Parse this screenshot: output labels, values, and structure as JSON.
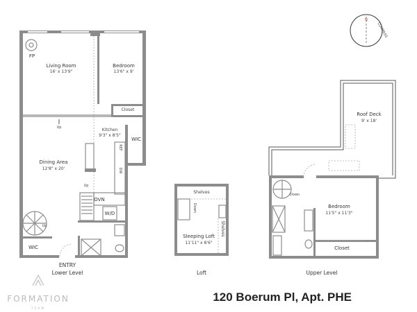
{
  "title": "120 Boerum Pl, Apt. PHE",
  "logo": {
    "name": "FORMATION",
    "sub": "TEAM"
  },
  "compass": {
    "north": "N",
    "label": "COMPASS",
    "accent_color": "#c0392b"
  },
  "lower_level": {
    "caption": "Lower Level",
    "entry": "ENTRY",
    "rooms": {
      "fp": "FP",
      "living_room": {
        "name": "Living Room",
        "size": "16' x 13'9\""
      },
      "bedroom": {
        "name": "Bedroom",
        "size": "13'6\" x 9'"
      },
      "closet": "Closet",
      "up_living": "Up",
      "kitchen": {
        "name": "Kitchen",
        "size": "9'3\" x 8'5\""
      },
      "wic_kitchen": "WIC",
      "ref": "REF",
      "dw": "DW",
      "dining": {
        "name": "Dining Area",
        "size": "12'8\" x 20'"
      },
      "up_stairs": "Up",
      "ovn": "OVN",
      "wd": "W/D",
      "up_spiral": "Up",
      "wic_entry": "WIC"
    }
  },
  "loft": {
    "caption": "Loft",
    "shelves_top": "Shelves",
    "shelves_side": "Shelves",
    "down": "Down",
    "sleeping_loft": {
      "name": "Sleeping Loft",
      "size": "11'11\" x 8'6\""
    }
  },
  "upper_level": {
    "caption": "Upper Level",
    "roof_deck": {
      "name": "Roof Deck",
      "size": "9' x 18'"
    },
    "bedroom": {
      "name": "Bedroom",
      "size": "11'5\" x 11'3\""
    },
    "closet": "Closet",
    "down": "Down"
  }
}
